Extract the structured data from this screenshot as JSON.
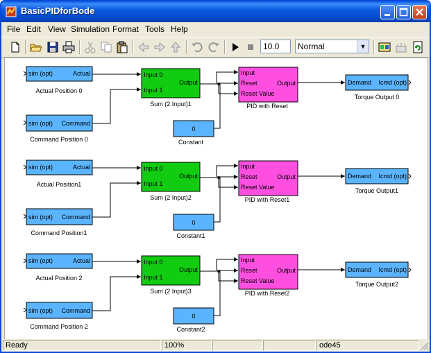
{
  "window": {
    "title": "BasicPIDforBode"
  },
  "menu": [
    "File",
    "Edit",
    "View",
    "Simulation",
    "Format",
    "Tools",
    "Help"
  ],
  "toolbar": {
    "stop_time": "10.0",
    "mode": "Normal"
  },
  "rows": [
    {
      "actual": {
        "port_left": "sim (opt)",
        "port_right": "Actual",
        "label": "Actual Position 0"
      },
      "command": {
        "port_left": "sim (opt)",
        "port_right": "Command",
        "label": "Command Position 0"
      },
      "sum": {
        "in1": "Input 0",
        "in2": "Input 1",
        "out": "Output",
        "label": "Sum (2 Input)1"
      },
      "constant": {
        "value": "0",
        "label": "Constant"
      },
      "pid": {
        "in1": "Input",
        "in2": "Reset",
        "in3": "Reset Value",
        "out": "Output",
        "label": "PID with Reset"
      },
      "torque": {
        "port_left": "Demand",
        "port_right": "Icmd (opt)",
        "label": "Torque Output 0"
      }
    },
    {
      "actual": {
        "port_left": "sim (opt)",
        "port_right": "Actual",
        "label": "Actual Position1"
      },
      "command": {
        "port_left": "sim (opt)",
        "port_right": "Command",
        "label": "Command Position1"
      },
      "sum": {
        "in1": "Input 0",
        "in2": "Input 1",
        "out": "Output",
        "label": "Sum (2 Input)2"
      },
      "constant": {
        "value": "0",
        "label": "Constant1"
      },
      "pid": {
        "in1": "Input",
        "in2": "Reset",
        "in3": "Reset Value",
        "out": "Output",
        "label": "PID with Reset1"
      },
      "torque": {
        "port_left": "Demand",
        "port_right": "Icmd (opt)",
        "label": "Torque Output1"
      }
    },
    {
      "actual": {
        "port_left": "sim (opt)",
        "port_right": "Actual",
        "label": "Actual Position 2"
      },
      "command": {
        "port_left": "sim (opt)",
        "port_right": "Command",
        "label": "Command Position 2"
      },
      "sum": {
        "in1": "Input 0",
        "in2": "Input 1",
        "out": "Output",
        "label": "Sum (2 Input)3"
      },
      "constant": {
        "value": "0",
        "label": "Constant2"
      },
      "pid": {
        "in1": "Input",
        "in2": "Reset",
        "in3": "Reset Value",
        "out": "Output",
        "label": "PID with Reset2"
      },
      "torque": {
        "port_left": "Demand",
        "port_right": "Icmd (opt)",
        "label": "Torque Output2"
      }
    }
  ],
  "status": {
    "left": "Ready",
    "zoom": "100%",
    "solver": "ode45"
  },
  "colors": {
    "io_block": "#5ab4ff",
    "sum_block": "#11cc11",
    "pid_block": "#ff4fe1",
    "title_bar": "#0b5ae0"
  },
  "icons": [
    "new-icon",
    "open-icon",
    "save-icon",
    "print-icon",
    "cut-icon",
    "copy-icon",
    "paste-icon",
    "back-icon",
    "forward-icon",
    "up-icon",
    "undo-icon",
    "redo-icon",
    "play-icon",
    "stop-icon",
    "library-browser-icon",
    "build-icon",
    "refresh-icon"
  ]
}
